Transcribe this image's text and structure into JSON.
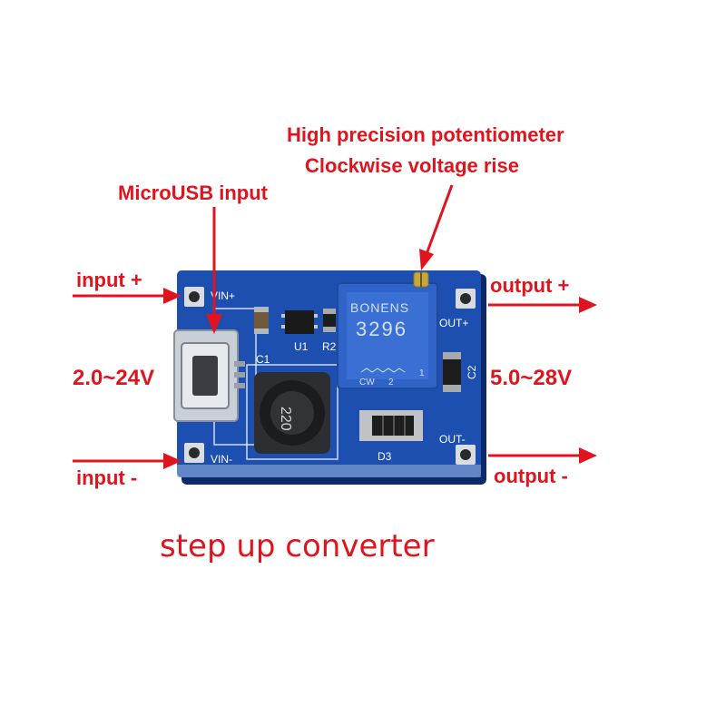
{
  "annotations": {
    "potentiometer_line1": "High precision potentiometer",
    "potentiometer_line2": "Clockwise voltage rise",
    "microusb": "MicroUSB input",
    "input_plus": "input +",
    "input_minus": "input -",
    "input_range": "2.0~24V",
    "output_plus": "output +",
    "output_minus": "output -",
    "output_range": "5.0~28V",
    "caption": "step up converter"
  },
  "board_labels": {
    "vin_plus": "VIN+",
    "vin_minus": "VIN-",
    "out_plus": "OUT+",
    "out_minus": "OUT-",
    "c1": "C1",
    "c2": "C2",
    "u1": "U1",
    "r2": "R2",
    "d3": "D3",
    "inductor": "220",
    "pot_brand": "BONENS",
    "pot_model": "3296",
    "pot_cw": "CW",
    "pot_pin": "2",
    "pot_pin1": "1"
  },
  "colors": {
    "annotation_red": "#e0141e",
    "pcb_blue": "#1d4fb0",
    "pot_blue": "#2f63c8"
  }
}
